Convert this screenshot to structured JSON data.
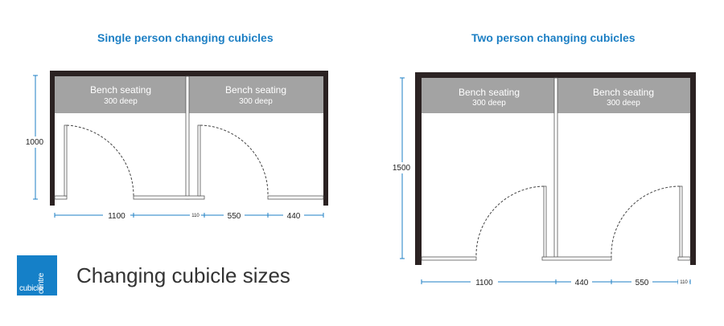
{
  "single": {
    "title": "Single person changing cubicles",
    "bench_left": {
      "label": "Bench seating",
      "sub": "300 deep"
    },
    "bench_right": {
      "label": "Bench seating",
      "sub": "300 deep"
    },
    "height_dim": "1000",
    "dims": [
      "1100",
      "110",
      "550",
      "440"
    ]
  },
  "double": {
    "title": "Two person changing cubicles",
    "bench_left": {
      "label": "Bench seating",
      "sub": "300 deep"
    },
    "bench_right": {
      "label": "Bench seating",
      "sub": "300 deep"
    },
    "height_dim": "1500",
    "dims": [
      "1100",
      "440",
      "550",
      "110"
    ]
  },
  "logo": {
    "line1": "cubicle",
    "line2": "centre",
    "color": "#1580c8"
  },
  "heading": "Changing cubicle sizes",
  "colors": {
    "title": "#1c7fc4",
    "bench": "#a3a3a3",
    "wall": "#2b2222"
  }
}
